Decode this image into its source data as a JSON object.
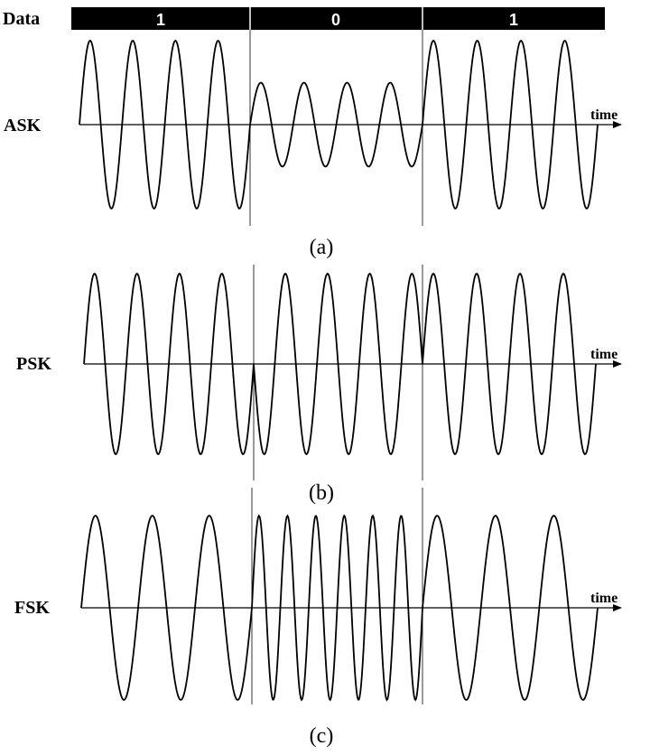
{
  "data_bar": {
    "label": "Data",
    "bits": [
      "1",
      "0",
      "1"
    ],
    "colors": {
      "bar": "#000000",
      "divider": "#ffffff",
      "text": "#ffffff"
    }
  },
  "panels": [
    {
      "label": "ASK",
      "axis_label": "time",
      "caption": "(a)",
      "scheme": "amplitude",
      "cycles_per_bit": [
        4,
        4,
        4
      ],
      "relative_amplitude_per_bit": [
        1.0,
        0.5,
        1.0
      ],
      "phase_deg_per_bit": [
        0,
        0,
        0
      ]
    },
    {
      "label": "PSK",
      "axis_label": "time",
      "caption": "(b)",
      "scheme": "phase",
      "cycles_per_bit": [
        4,
        4,
        4
      ],
      "relative_amplitude_per_bit": [
        1.0,
        1.0,
        1.0
      ],
      "phase_deg_per_bit": [
        0,
        180,
        0
      ]
    },
    {
      "label": "FSK",
      "axis_label": "time",
      "caption": "(c)",
      "scheme": "frequency",
      "cycles_per_bit": [
        3,
        6,
        3
      ],
      "relative_amplitude_per_bit": [
        1.0,
        1.0,
        1.0
      ],
      "phase_deg_per_bit": [
        0,
        0,
        0
      ]
    }
  ]
}
